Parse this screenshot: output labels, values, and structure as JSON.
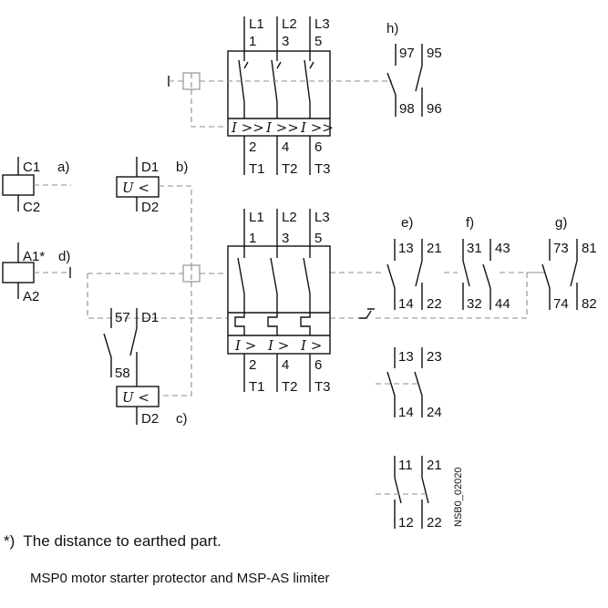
{
  "diagram": {
    "breaker_top": {
      "line_terminals": [
        "L1",
        "L2",
        "L3"
      ],
      "line_numbers": [
        "1",
        "3",
        "5"
      ],
      "trip_labels": [
        "I >>",
        "I >>",
        "I >>"
      ],
      "load_numbers": [
        "2",
        "4",
        "6"
      ],
      "load_terminals": [
        "T1",
        "T2",
        "T3"
      ]
    },
    "breaker_main": {
      "line_terminals": [
        "L1",
        "L2",
        "L3"
      ],
      "line_numbers": [
        "1",
        "3",
        "5"
      ],
      "trip_labels": [
        "I >",
        "I >",
        "I >"
      ],
      "load_numbers": [
        "2",
        "4",
        "6"
      ],
      "load_terminals": [
        "T1",
        "T2",
        "T3"
      ]
    },
    "coil_c": {
      "top": "C1",
      "bottom": "C2",
      "tag": "a)"
    },
    "coil_a": {
      "top": "A1*",
      "bottom": "A2",
      "tag": "d)"
    },
    "release_b": {
      "top": "D1",
      "bottom": "D2",
      "tag": "b)",
      "symbol": "U <"
    },
    "release_c": {
      "top": "D1",
      "bottom": "D2",
      "tag": "c)",
      "symbol": "U <",
      "contact_top": "57",
      "contact_bottom": "58"
    },
    "contacts_h": {
      "tag": "h)",
      "top": [
        "97",
        "95"
      ],
      "bottom": [
        "98",
        "96"
      ]
    },
    "contacts_e": {
      "tag": "e)",
      "top": [
        "13",
        "21"
      ],
      "bottom": [
        "14",
        "22"
      ]
    },
    "contacts_f": {
      "tag": "f)",
      "top": [
        "31",
        "43"
      ],
      "bottom": [
        "32",
        "44"
      ]
    },
    "contacts_g": {
      "tag": "g)",
      "top": [
        "73",
        "81"
      ],
      "bottom": [
        "74",
        "82"
      ]
    },
    "contacts_e2": {
      "top": [
        "13",
        "23"
      ],
      "bottom": [
        "14",
        "24"
      ]
    },
    "contacts_e3": {
      "top": [
        "11",
        "21"
      ],
      "bottom": [
        "12",
        "22"
      ]
    },
    "drawing_code": "NSB0_02020"
  },
  "footnote": {
    "mark": "*)",
    "text": "The distance to earthed part."
  },
  "caption": "MSP0 motor starter protector and MSP-AS limiter"
}
